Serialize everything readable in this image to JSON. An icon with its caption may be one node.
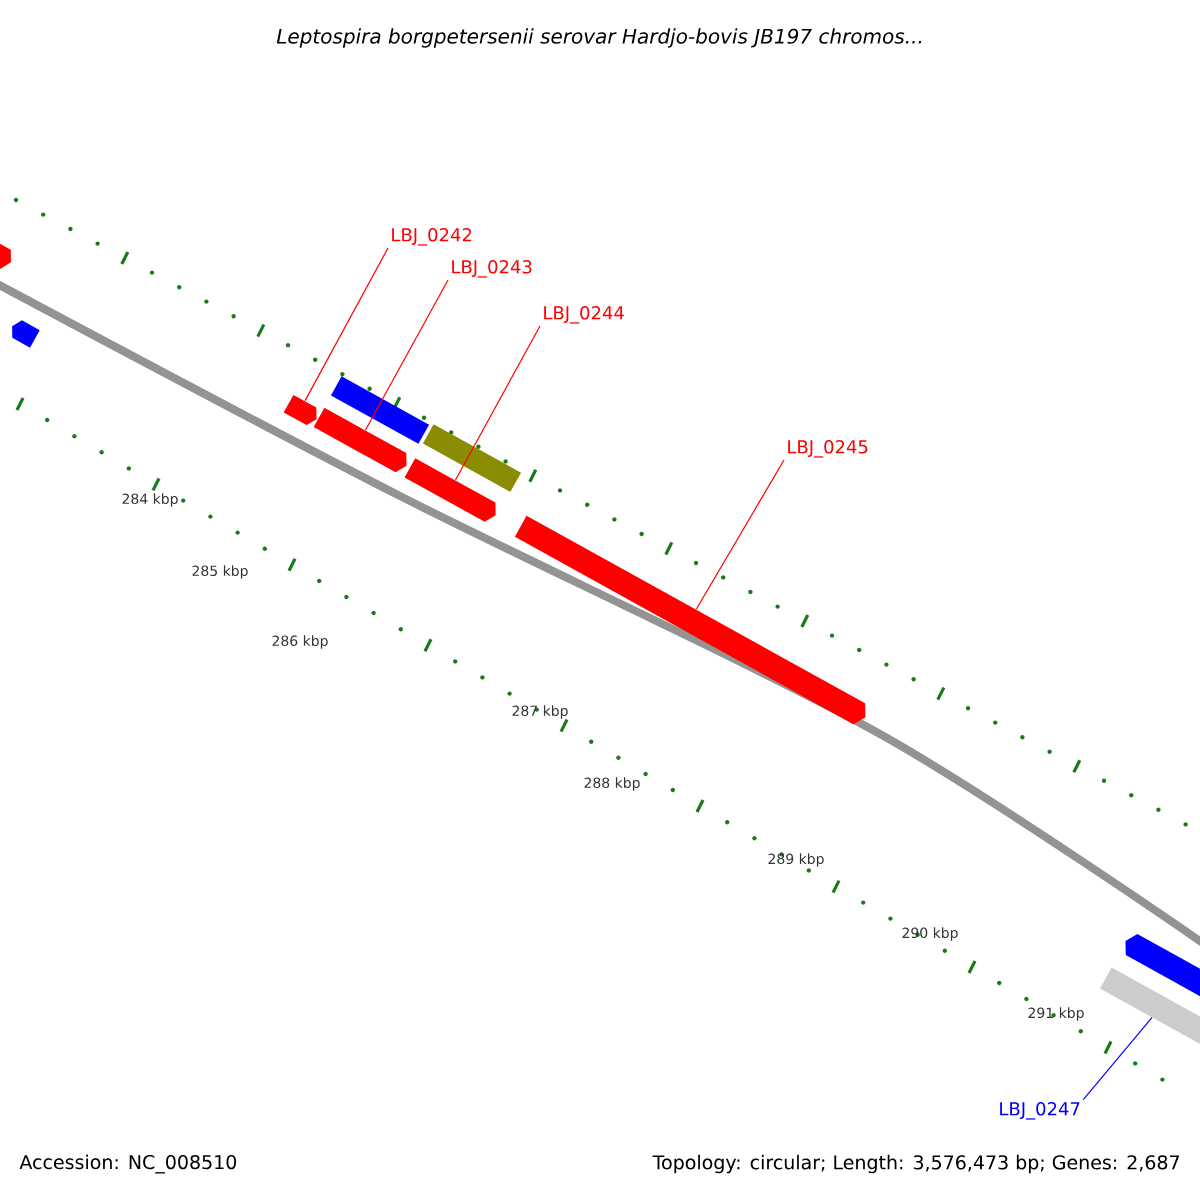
{
  "diagram": {
    "title": "Leptospira borgpetersenii serovar Hardjo-bovis JB197 chromos...",
    "nodes": [
      {
        "text": [
          "LBJ_0242"
        ]
      },
      {
        "text": [
          "LBJ_0243"
        ]
      },
      {
        "text": [
          "LBJ_0244"
        ]
      },
      {
        "text": [
          "LBJ_0245"
        ]
      },
      {
        "text": [
          "LBJ_0247"
        ]
      },
      {
        "text": [],
        "shape": "bar"
      },
      {
        "text": [],
        "shape": "bar"
      },
      {
        "text": [],
        "shape": "bar"
      },
      {
        "text": [],
        "shape": "bar"
      },
      {
        "text": [],
        "shape": "bar"
      },
      {
        "text": [],
        "shape": "bar"
      },
      {
        "text": [],
        "shape": "bar"
      },
      {
        "text": [],
        "shape": "bar"
      },
      {
        "text": [],
        "shape": "bar"
      },
      {
        "text": [],
        "shape": "bar"
      }
    ],
    "edges": [
      {
        "from": 0,
        "to": 7,
        "arrow": "none"
      },
      {
        "from": 1,
        "to": 8,
        "arrow": "none"
      },
      {
        "from": 2,
        "to": 10,
        "arrow": "none"
      },
      {
        "from": 3,
        "to": 12,
        "arrow": "none"
      },
      {
        "from": 4,
        "to": 13,
        "arrow": "none",
        "color": "#0000ff"
      }
    ],
    "labels": [
      "284 kbp",
      "285 kbp",
      "286 kbp",
      "287 kbp",
      "288 kbp",
      "289 kbp",
      "290 kbp",
      "291 kbp",
      "Accession: NC_008510",
      "Topology: circular; Length: 3,576,473 bp; Genes: 2,687"
    ]
  }
}
